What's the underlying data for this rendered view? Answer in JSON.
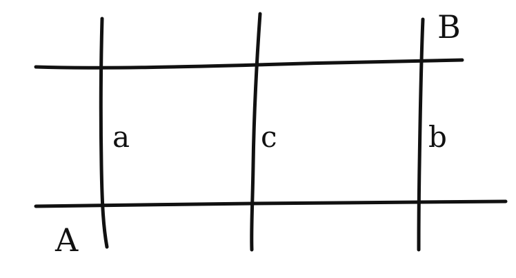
{
  "labels": {
    "point_a": "A",
    "point_b": "B",
    "road_a": "a",
    "road_b": "b",
    "road_c": "c"
  },
  "colors": {
    "ink": "#111111",
    "background": "#ffffff"
  }
}
